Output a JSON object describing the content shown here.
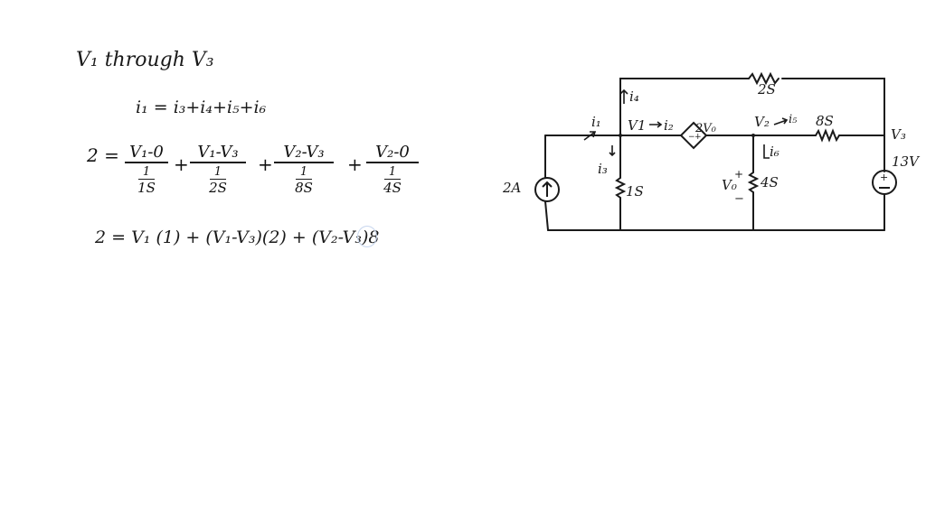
{
  "notes": {
    "title": "V₁ through V₃",
    "kcl": "i₁ = i₃+i₄+i₅+i₆",
    "eq2_lhs": "2 =",
    "eq2_terms": [
      {
        "num": "V₁-0",
        "den_top": "1",
        "den_bot": "1S"
      },
      {
        "num": "V₁-V₃",
        "den_top": "1",
        "den_bot": "2S"
      },
      {
        "num": "V₂-V₃",
        "den_top": "1",
        "den_bot": "8S"
      },
      {
        "num": "V₂-0",
        "den_top": "1",
        "den_bot": "4S"
      }
    ],
    "eq2_ops": [
      "+",
      "+",
      "+"
    ],
    "eq3": "2 = V₁ (1) + (V₁-V₃)(2) + (V₂-V₃)8"
  },
  "circuit": {
    "top_resistor": "2S",
    "current_source": "2A",
    "i1": "i₁",
    "i4": "i₄",
    "i3": "i₃",
    "r1": "1S",
    "v1": "V1",
    "i2": "i₂",
    "dep_source": "2V₀",
    "v2": "V₂",
    "i5": "i₅",
    "r8": "8S",
    "v3": "V₃",
    "i6": "i₆",
    "vo": "V₀",
    "r4": "4S",
    "vsrc": "13V",
    "plus": "+",
    "minus": "−"
  }
}
